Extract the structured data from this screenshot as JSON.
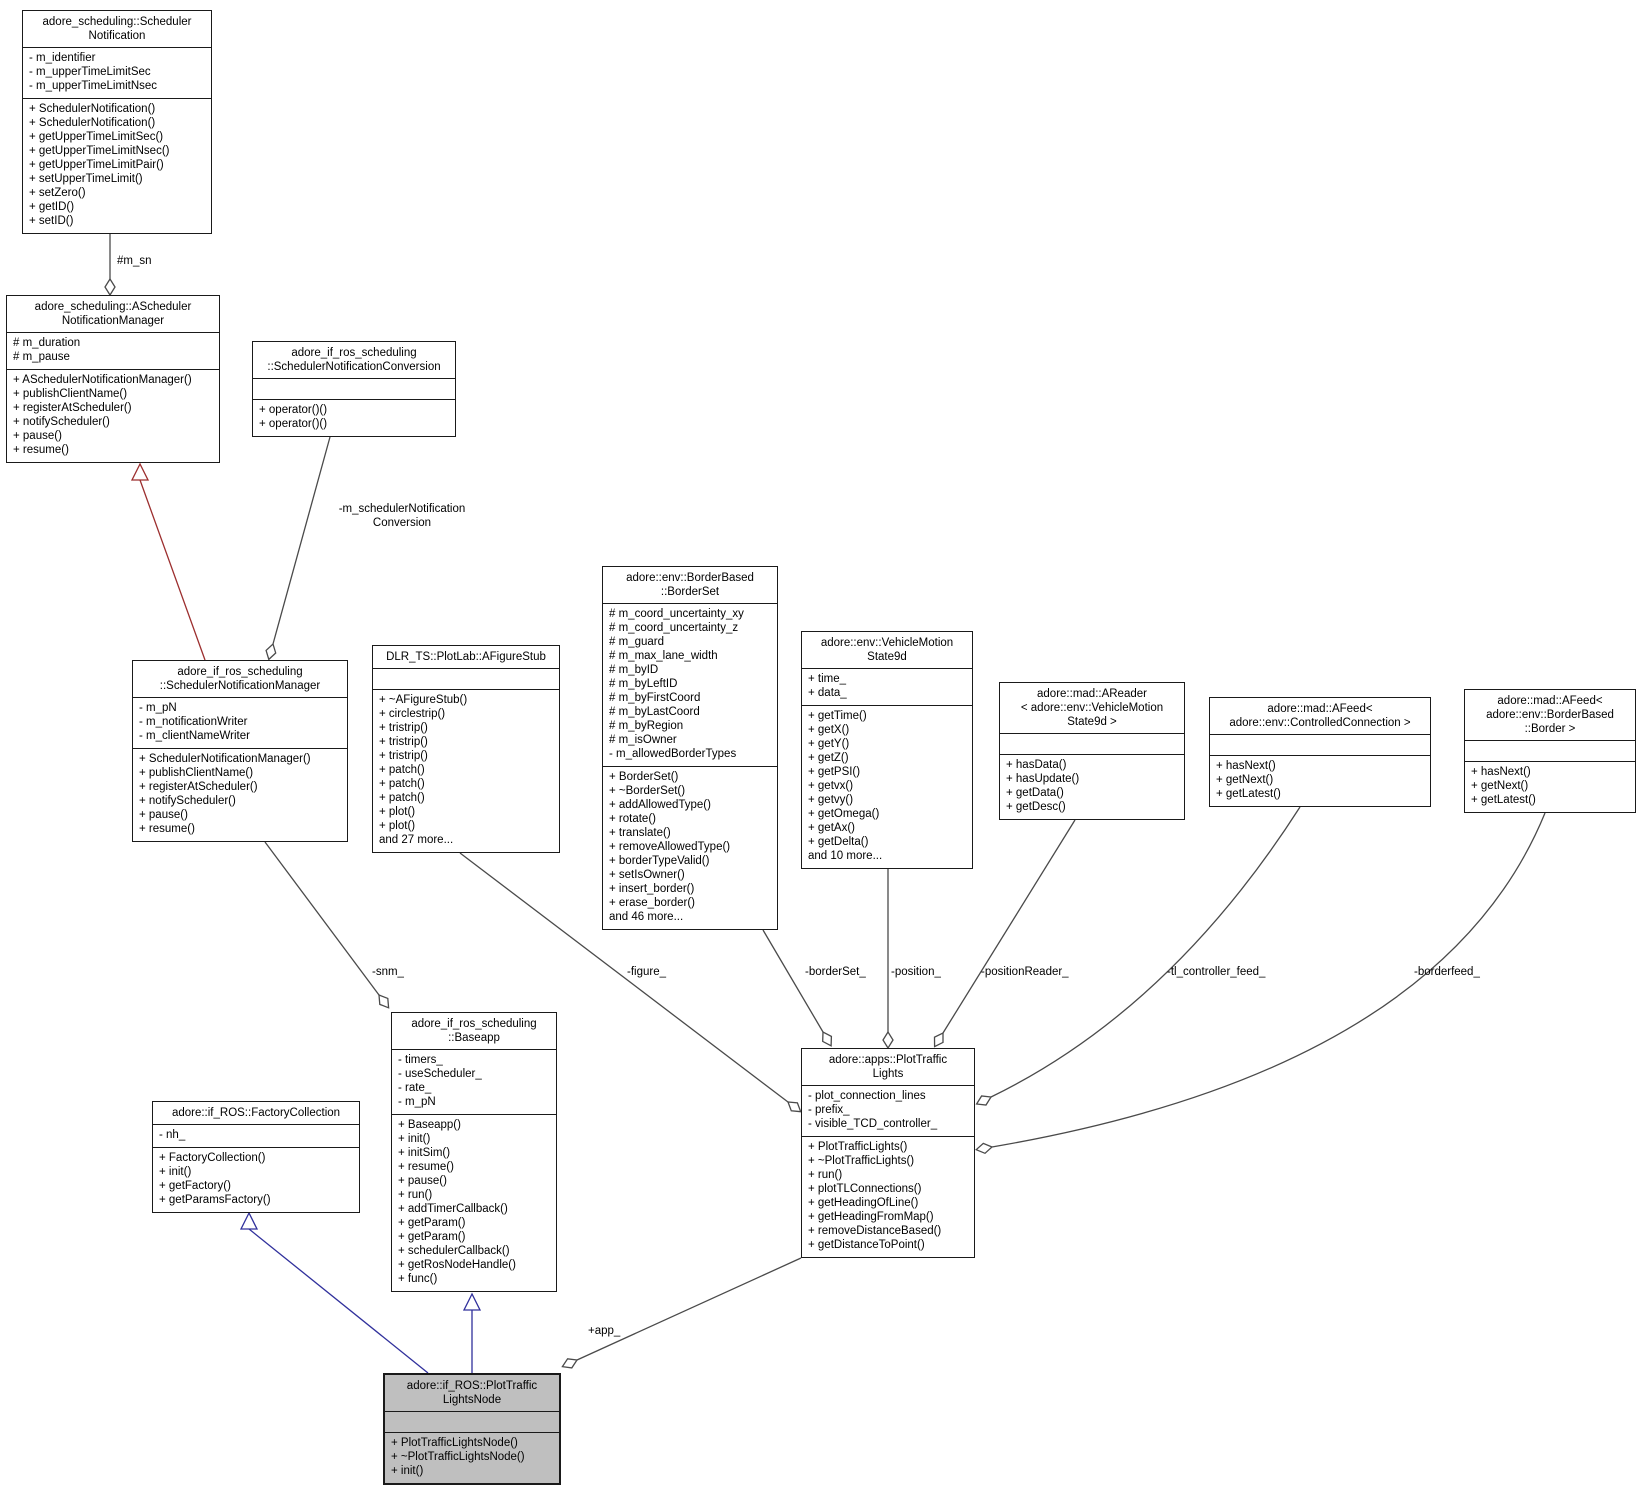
{
  "diagram": {
    "title": "adore::if_ROS::PlotTrafficLightsNode collaboration graph",
    "colors": {
      "edge": "#4a4a4a",
      "inheritance_red": "#9c2e2e",
      "inheritance_blue": "#30309c",
      "highlight_fill": "#bfbfbf",
      "box_border": "#1a1a1a"
    }
  },
  "classes": {
    "scheduler_notification": {
      "title": [
        "adore_scheduling::Scheduler",
        "Notification"
      ],
      "attributes": [
        "- m_identifier",
        "- m_upperTimeLimitSec",
        "- m_upperTimeLimitNsec"
      ],
      "methods": [
        "+ SchedulerNotification()",
        "+ SchedulerNotification()",
        "+ getUpperTimeLimitSec()",
        "+ getUpperTimeLimitNsec()",
        "+ getUpperTimeLimitPair()",
        "+ setUpperTimeLimit()",
        "+ setZero()",
        "+ getID()",
        "+ setID()"
      ]
    },
    "a_scheduler_notification_manager": {
      "title": [
        "adore_scheduling::AScheduler",
        "NotificationManager"
      ],
      "attributes": [
        "# m_duration",
        "# m_pause"
      ],
      "methods": [
        "+ ASchedulerNotificationManager()",
        "+ publishClientName()",
        "+ registerAtScheduler()",
        "+ notifyScheduler()",
        "+ pause()",
        "+ resume()"
      ]
    },
    "scheduler_notification_conversion": {
      "title": [
        "adore_if_ros_scheduling",
        "::SchedulerNotificationConversion"
      ],
      "attributes": [],
      "methods": [
        "+ operator()()",
        "+ operator()()"
      ]
    },
    "scheduler_notification_manager": {
      "title": [
        "adore_if_ros_scheduling",
        "::SchedulerNotificationManager"
      ],
      "attributes": [
        "- m_pN",
        "- m_notificationWriter",
        "- m_clientNameWriter"
      ],
      "methods": [
        "+ SchedulerNotificationManager()",
        "+ publishClientName()",
        "+ registerAtScheduler()",
        "+ notifyScheduler()",
        "+ pause()",
        "+ resume()"
      ]
    },
    "afigure_stub": {
      "title": [
        "DLR_TS::PlotLab::AFigureStub"
      ],
      "attributes": [],
      "methods": [
        "+ ~AFigureStub()",
        "+ circlestrip()",
        "+ tristrip()",
        "+ tristrip()",
        "+ tristrip()",
        "+ patch()",
        "+ patch()",
        "+ patch()",
        "+ plot()",
        "+ plot()",
        "and 27 more..."
      ]
    },
    "border_set": {
      "title": [
        "adore::env::BorderBased",
        "::BorderSet"
      ],
      "attributes": [
        "# m_coord_uncertainty_xy",
        "# m_coord_uncertainty_z",
        "# m_guard",
        "# m_max_lane_width",
        "# m_byID",
        "# m_byLeftID",
        "# m_byFirstCoord",
        "# m_byLastCoord",
        "# m_byRegion",
        "# m_isOwner",
        "- m_allowedBorderTypes"
      ],
      "methods": [
        "+ BorderSet()",
        "+ ~BorderSet()",
        "+ addAllowedType()",
        "+ rotate()",
        "+ translate()",
        "+ removeAllowedType()",
        "+ borderTypeValid()",
        "+ setIsOwner()",
        "+ insert_border()",
        "+ erase_border()",
        "and 46 more..."
      ]
    },
    "vehicle_motion_state9d": {
      "title": [
        "adore::env::VehicleMotion",
        "State9d"
      ],
      "attributes": [
        "+ time_",
        "+ data_"
      ],
      "methods": [
        "+ getTime()",
        "+ getX()",
        "+ getY()",
        "+ getZ()",
        "+ getPSI()",
        "+ getvx()",
        "+ getvy()",
        "+ getOmega()",
        "+ getAx()",
        "+ getDelta()",
        "and 10 more..."
      ]
    },
    "areader_vehicle_motion": {
      "title": [
        "adore::mad::AReader",
        "< adore::env::VehicleMotion",
        "State9d >"
      ],
      "attributes": [],
      "methods": [
        "+ hasData()",
        "+ hasUpdate()",
        "+ getData()",
        "+ getDesc()"
      ]
    },
    "afeed_controlled_connection": {
      "title": [
        "adore::mad::AFeed<",
        "adore::env::ControlledConnection >"
      ],
      "attributes": [],
      "methods": [
        "+ hasNext()",
        "+ getNext()",
        "+ getLatest()"
      ]
    },
    "afeed_border": {
      "title": [
        "adore::mad::AFeed<",
        "adore::env::BorderBased",
        "::Border >"
      ],
      "attributes": [],
      "methods": [
        "+ hasNext()",
        "+ getNext()",
        "+ getLatest()"
      ]
    },
    "plot_traffic_lights": {
      "title": [
        "adore::apps::PlotTraffic",
        "Lights"
      ],
      "attributes": [
        "- plot_connection_lines",
        "- prefix_",
        "- visible_TCD_controller_"
      ],
      "methods": [
        "+ PlotTrafficLights()",
        "+ ~PlotTrafficLights()",
        "+ run()",
        "+ plotTLConnections()",
        "+ getHeadingOfLine()",
        "+ getHeadingFromMap()",
        "+ removeDistanceBased()",
        "+ getDistanceToPoint()"
      ]
    },
    "baseapp": {
      "title": [
        "adore_if_ros_scheduling",
        "::Baseapp"
      ],
      "attributes": [
        "- timers_",
        "- useScheduler_",
        "- rate_",
        "- m_pN"
      ],
      "methods": [
        "+ Baseapp()",
        "+ init()",
        "+ initSim()",
        "+ resume()",
        "+ pause()",
        "+ run()",
        "+ addTimerCallback()",
        "+ getParam()",
        "+ getParam()",
        "+ schedulerCallback()",
        "+ getRosNodeHandle()",
        "+ func()"
      ]
    },
    "factory_collection": {
      "title": [
        "adore::if_ROS::FactoryCollection"
      ],
      "attributes": [
        "- nh_"
      ],
      "methods": [
        "+ FactoryCollection()",
        "+ init()",
        "+ getFactory()",
        "+ getParamsFactory()"
      ]
    },
    "plot_traffic_lights_node": {
      "title": [
        "adore::if_ROS::PlotTraffic",
        "LightsNode"
      ],
      "attributes": [],
      "methods": [
        "+ PlotTrafficLightsNode()",
        "+ ~PlotTrafficLightsNode()",
        "+ init()"
      ]
    }
  },
  "edge_labels": {
    "m_sn": "#m_sn",
    "scheduler_notification_conversion": "-m_schedulerNotification\nConversion",
    "snm": "-snm_",
    "figure": "-figure_",
    "border_set": "-borderSet_",
    "position": "-position_",
    "position_reader": "-positionReader_",
    "tl_controller_feed": "-tl_controller_feed_",
    "borderfeed": "-borderfeed_",
    "app": "+app_"
  }
}
